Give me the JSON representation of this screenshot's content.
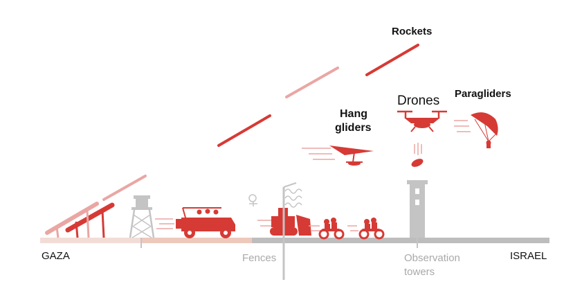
{
  "colors": {
    "red": "#d63a35",
    "light_red": "#eaa6a3",
    "grey": "#c4c4c4",
    "ground_left": "#f2ddd6",
    "ground_mid": "#edc9bc",
    "ground_right": "#bdbdbd",
    "text": "#111111",
    "text_grey": "#a9a9a9"
  },
  "labels": {
    "rockets": "Rockets",
    "drones": "Drones",
    "paragliders": "Paragliders",
    "hang_gliders_line1": "Hang",
    "hang_gliders_line2": "gliders",
    "gaza": "GAZA",
    "israel": "ISRAEL",
    "fences": "Fences",
    "observation_towers_line1": "Observation",
    "observation_towers_line2": "towers"
  },
  "icons": [
    "rocket-launcher-icon",
    "rocket-icon",
    "guard-tower-icon",
    "jeep-icon",
    "bulldozer-icon",
    "motorcycle-icon",
    "security-camera-icon",
    "fence-icon",
    "observation-tower-icon",
    "hang-glider-icon",
    "drone-icon",
    "bomb-icon",
    "paraglider-icon"
  ]
}
